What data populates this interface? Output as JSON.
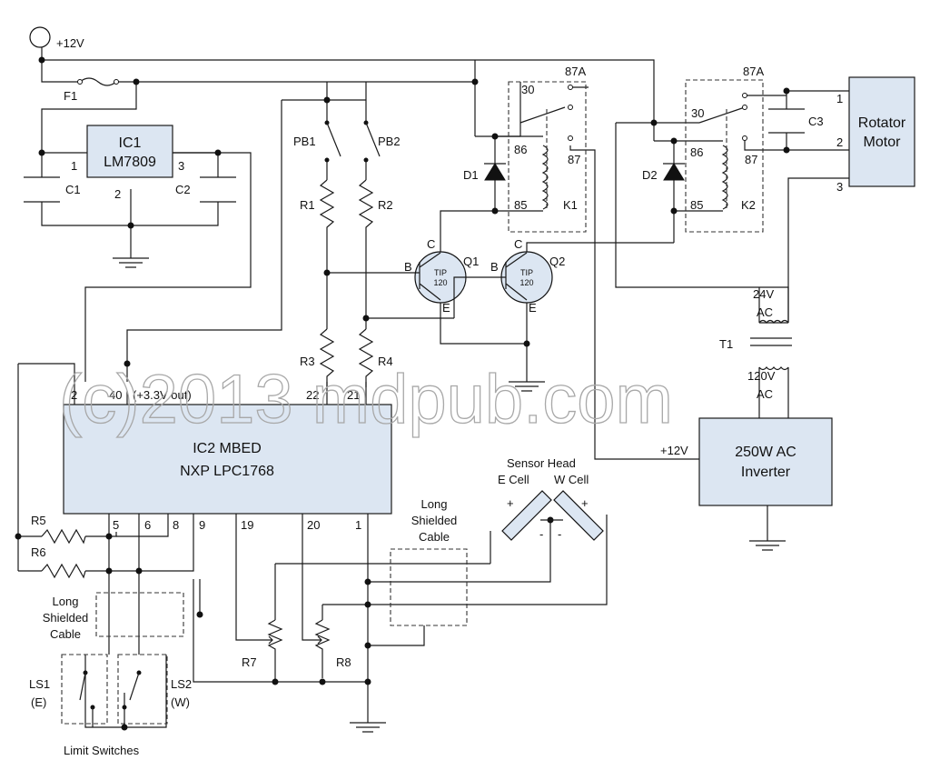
{
  "watermark": "(c)2013 mdpub.com",
  "supply": {
    "label": "+12V"
  },
  "fuse": {
    "ref": "F1"
  },
  "regulator": {
    "ref": "IC1",
    "part": "LM7809",
    "pin1": "1",
    "pin2": "2",
    "pin3": "3"
  },
  "capacitors": {
    "c1": "C1",
    "c2": "C2",
    "c3": "C3"
  },
  "pushbuttons": {
    "pb1": "PB1",
    "pb2": "PB2"
  },
  "resistors": {
    "r1": "R1",
    "r2": "R2",
    "r3": "R3",
    "r4": "R4",
    "r5": "R5",
    "r6": "R6",
    "r7": "R7",
    "r8": "R8"
  },
  "diodes": {
    "d1": "D1",
    "d2": "D2"
  },
  "transistors": {
    "q1": {
      "ref": "Q1",
      "part_top": "TIP",
      "part_bottom": "120"
    },
    "q2": {
      "ref": "Q2",
      "part_top": "TIP",
      "part_bottom": "120"
    },
    "base": "B",
    "collector": "C",
    "emitter": "E"
  },
  "relays": {
    "k1": {
      "ref": "K1",
      "p30": "30",
      "p87a": "87A",
      "p86": "86",
      "p85": "85",
      "p87": "87"
    },
    "k2": {
      "ref": "K2",
      "p30": "30",
      "p87a": "87A",
      "p86": "86",
      "p85": "85",
      "p87": "87"
    }
  },
  "motor": {
    "line1": "Rotator",
    "line2": "Motor",
    "pin1": "1",
    "pin2": "2",
    "pin3": "3"
  },
  "transformer": {
    "ref": "T1",
    "sec1": "24V",
    "sec2": "AC",
    "pri1": "120V",
    "pri2": "AC"
  },
  "inverter": {
    "line1": "250W AC",
    "line2": "Inverter",
    "input": "+12V"
  },
  "mcu": {
    "line1": "IC2 MBED",
    "line2": "NXP LPC1768",
    "top_pins": {
      "p2": "2",
      "p40": "40",
      "p40_note": "(+3.3V out)",
      "p22": "22",
      "p21": "21"
    },
    "bottom_pins": {
      "p5": "5",
      "p6": "6",
      "p8": "8",
      "p9": "9",
      "p19": "19",
      "p20": "20",
      "p1": "1"
    }
  },
  "sensor": {
    "title": "Sensor Head",
    "east": "E Cell",
    "west": "W Cell",
    "plus": "+",
    "minus": "-"
  },
  "cable_right": {
    "l1": "Long",
    "l2": "Shielded",
    "l3": "Cable"
  },
  "cable_left": {
    "l1": "Long",
    "l2": "Shielded",
    "l3": "Cable"
  },
  "limit_switches": {
    "ls1": "LS1",
    "ls1_dir": "(E)",
    "ls2": "LS2",
    "ls2_dir": "(W)",
    "caption": "Limit Switches"
  }
}
